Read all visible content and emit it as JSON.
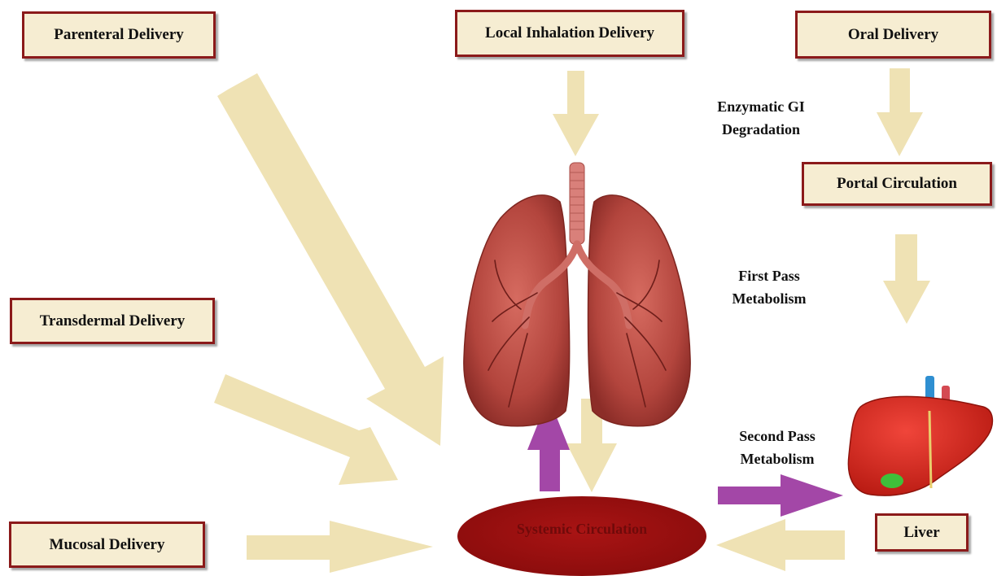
{
  "boxes": {
    "parenteral": "Parenteral Delivery",
    "inhalation": "Local Inhalation Delivery",
    "oral": "Oral Delivery",
    "portal": "Portal Circulation",
    "transdermal": "Transdermal Delivery",
    "mucosal": "Mucosal Delivery",
    "liver": "Liver"
  },
  "labels": {
    "enzymatic": [
      "Enzymatic GI",
      "Degradation"
    ],
    "first_pass": [
      "First Pass",
      "Metabolism"
    ],
    "second_pass": [
      "Second Pass",
      "Metabolism"
    ]
  },
  "systemic": "Systemic Circulation",
  "colors": {
    "arrow_cream": "#efe2b4",
    "arrow_purple": "#a347a7",
    "box_border": "#8b1a1a",
    "box_fill": "#f6edd2",
    "ellipse_fill": "#9e0f0f",
    "lung_fill": "#b8463f",
    "liver_fill": "#d42418"
  },
  "icons": {
    "lungs": "lungs-icon",
    "liver": "liver-icon"
  }
}
